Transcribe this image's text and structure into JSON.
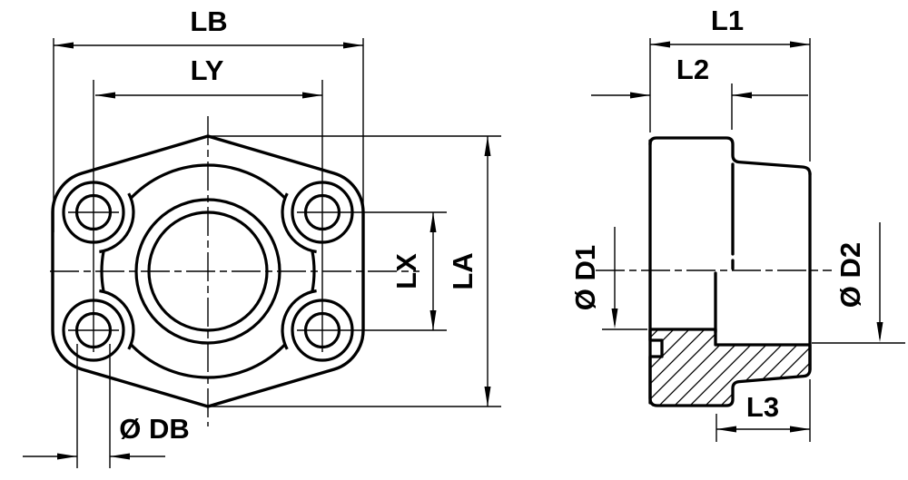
{
  "drawing": {
    "background_color": "#ffffff",
    "line_color": "#000000",
    "front_view": {
      "dim_overall_width": "LB",
      "dim_bolt_spacing_horizontal": "LY",
      "dim_bolt_spacing_vertical": "LX",
      "dim_overall_height": "LA",
      "dim_bolt_hole_diameter": "Ø DB"
    },
    "side_view": {
      "dim_overall_length": "L1",
      "dim_flange_thickness": "L2",
      "dim_socket_depth": "L3",
      "dim_bore_diameter": "Ø D1",
      "dim_socket_diameter": "Ø D2"
    }
  }
}
